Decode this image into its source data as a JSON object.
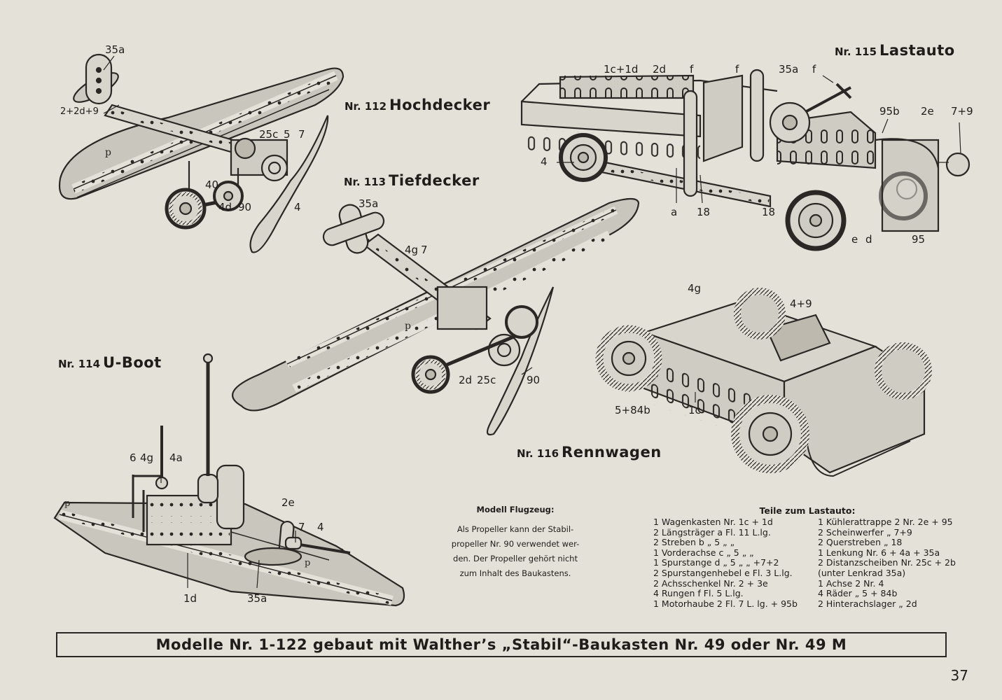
{
  "models": [
    {
      "nr": "Nr. 112",
      "name": "Hochdecker"
    },
    {
      "nr": "Nr. 113",
      "name": "Tiefdecker"
    },
    {
      "nr": "Nr. 114",
      "name": "U-Boot"
    },
    {
      "nr": "Nr. 115",
      "name": "Lastauto"
    },
    {
      "nr": "Nr. 116",
      "name": "Rennwagen"
    }
  ],
  "labels": {
    "hochdecker": [
      "35a",
      "2+2d+9",
      "25c",
      "5",
      "7",
      "40",
      "4d",
      "90",
      "4"
    ],
    "tiefdecker": [
      "35a",
      "4g",
      "7",
      "2d",
      "25c",
      "90"
    ],
    "uboot": [
      "6",
      "4g",
      "4a",
      "2e",
      "7",
      "4",
      "1d",
      "35a"
    ],
    "lastauto": [
      "1c+1d",
      "2d",
      "f",
      "f",
      "35a",
      "f",
      "95b",
      "2e",
      "7+9",
      "4",
      "a",
      "18",
      "18",
      "e",
      "d",
      "95"
    ],
    "rennwagen": [
      "4g",
      "4+9",
      "5+84b",
      "1c"
    ]
  },
  "note": {
    "heading": "Modell Flugzeug:",
    "lines": [
      "Als Propeller kann der Stabil-",
      "propeller Nr. 90 verwendet wer-",
      "den. Der Propeller gehört nicht",
      "zum Inhalt des Baukastens."
    ]
  },
  "parts": {
    "heading": "Teile zum Lastauto:",
    "left": [
      "1 Wagenkasten        Nr. 1c + 1d",
      "2 Längsträger   a Fl. 11 L.lg.",
      "2 Streben          b  „  5 „  „",
      "1 Vorderachse   c  „  5 „  „",
      "1 Spurstange     d  „  5 „  „ +7+2",
      "2 Spurstangenhebel  e Fl. 3 L.lg.",
      "2 Achsschenkel       Nr. 2 + 3e",
      "4 Rungen                 f Fl.  5 L.lg.",
      "1 Motorhaube   2 Fl. 7 L. lg. + 95b"
    ],
    "right": [
      "1 Kühlerattrappe   2 Nr. 2e + 95",
      "2 Scheinwerfer          „  7+9",
      "2 Querstreben           „ 18",
      "1 Lenkung        Nr. 6 + 4a + 35a",
      "2 Distanzscheiben   Nr. 25c + 2b",
      "      (unter Lenkrad 35a)",
      "1 Achse                2 Nr. 4",
      "4 Räder                  „  5 + 84b",
      "2 Hinterachslager   „  2d"
    ]
  },
  "banner": "Modelle Nr. 1-122 gebaut mit Walther’s „Stabil“-Baukasten Nr. 49 oder Nr. 49 M",
  "page_number": "37"
}
